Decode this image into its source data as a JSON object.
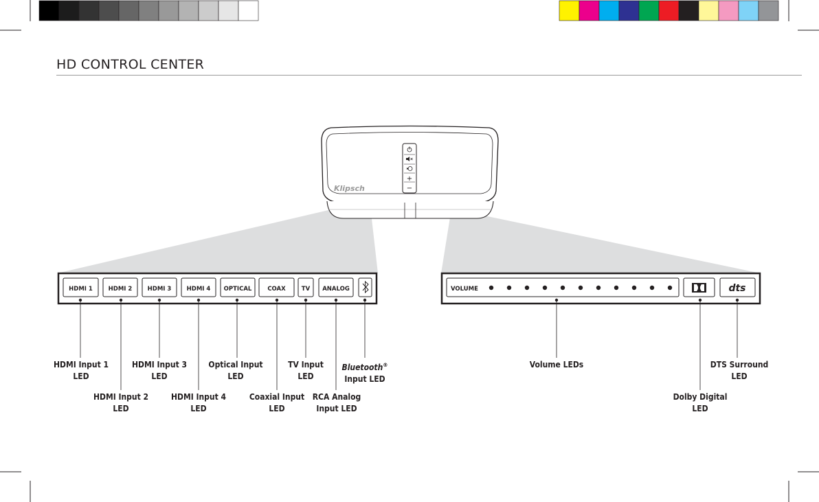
{
  "title": "HD CONTROL CENTER",
  "colors": {
    "grayscale_bar": [
      "#000000",
      "#1c1c1c",
      "#333333",
      "#4d4d4d",
      "#666666",
      "#808080",
      "#999999",
      "#b3b3b3",
      "#cccccc",
      "#e6e6e6",
      "#ffffff"
    ],
    "color_bar": [
      "#fff200",
      "#ec008c",
      "#00aeef",
      "#2e3192",
      "#00a651",
      "#ed1c24",
      "#231f20",
      "#fff799",
      "#f49ac1",
      "#7fd3f7",
      "#939598"
    ]
  },
  "device": {
    "brand": "Klipsch",
    "buttons": [
      "power-icon",
      "mute-icon",
      "input-icon",
      "+",
      "−"
    ]
  },
  "input_panel": {
    "inputs": [
      "HDMI 1",
      "HDMI 2",
      "HDMI 3",
      "HDMI 4",
      "OPTICAL",
      "COAX",
      "TV",
      "ANALOG"
    ],
    "bluetooth_icon": "bluetooth-icon"
  },
  "output_panel": {
    "volume_label": "VOLUME",
    "volume_led_count": 11,
    "dolby_icon": "dolby-logo-icon",
    "dts_logo": "dts"
  },
  "callouts": {
    "hdmi1": [
      "HDMI Input 1",
      "LED"
    ],
    "hdmi2": [
      "HDMI Input 2",
      "LED"
    ],
    "hdmi3": [
      "HDMI Input 3",
      "LED"
    ],
    "hdmi4": [
      "HDMI Input 4",
      "LED"
    ],
    "optical": [
      "Optical Input",
      "LED"
    ],
    "coax": [
      "Coaxial Input",
      "LED"
    ],
    "tv": [
      "TV Input",
      "LED"
    ],
    "analog": [
      "RCA Analog",
      "Input LED"
    ],
    "bluetooth": [
      "Bluetooth",
      "®",
      "Input LED"
    ],
    "volume": [
      "Volume LEDs"
    ],
    "dolby": [
      "Dolby Digital",
      "LED"
    ],
    "dts": [
      "DTS Surround",
      "LED"
    ]
  }
}
